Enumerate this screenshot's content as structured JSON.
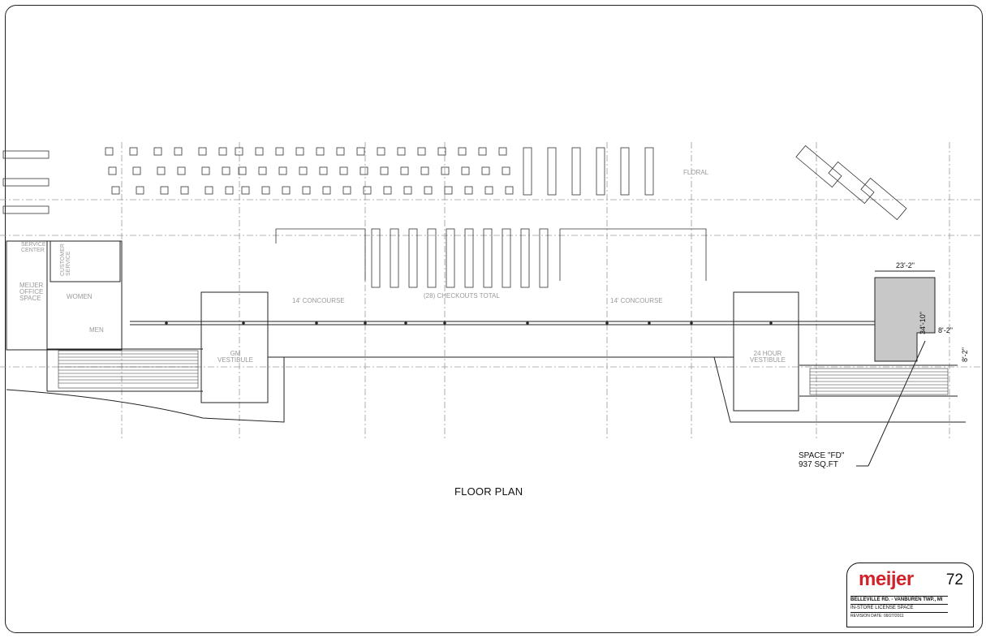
{
  "drawing": {
    "title": "FLOOR PLAN"
  },
  "rooms": {
    "service_center": "SERVICE\nCENTER",
    "customer_service": "CUSTOMER\nSERVICE",
    "meijer_office": "MEIJER\nOFFICE\nSPACE",
    "women": "WOMEN",
    "men": "MEN",
    "gm_vestibule": "GM\nVESTIBULE",
    "concourse_left": "14' CONCOURSE",
    "checkouts": "(28) CHECKOUTS TOTAL",
    "concourse_right": "14' CONCOURSE",
    "hour_vestibule": "24 HOUR\nVESTIBULE",
    "floral": "FLORAL"
  },
  "space_fd": {
    "name": "SPACE \"FD\"",
    "area": "937 SQ.FT"
  },
  "dimensions": {
    "width": "23'-2\"",
    "depth": "34'-10\"",
    "d1": "8'-2\"",
    "d2": "8'-2\""
  },
  "title_block": {
    "brand": "meijer",
    "page_number": "72",
    "location": "BELLEVILLE RD. - VANBUREN TWP., MI",
    "description": "IN-STORE LICENSE SPACE",
    "revision_label": "REVISION DATE:",
    "revision_date": "09/27/2011"
  }
}
